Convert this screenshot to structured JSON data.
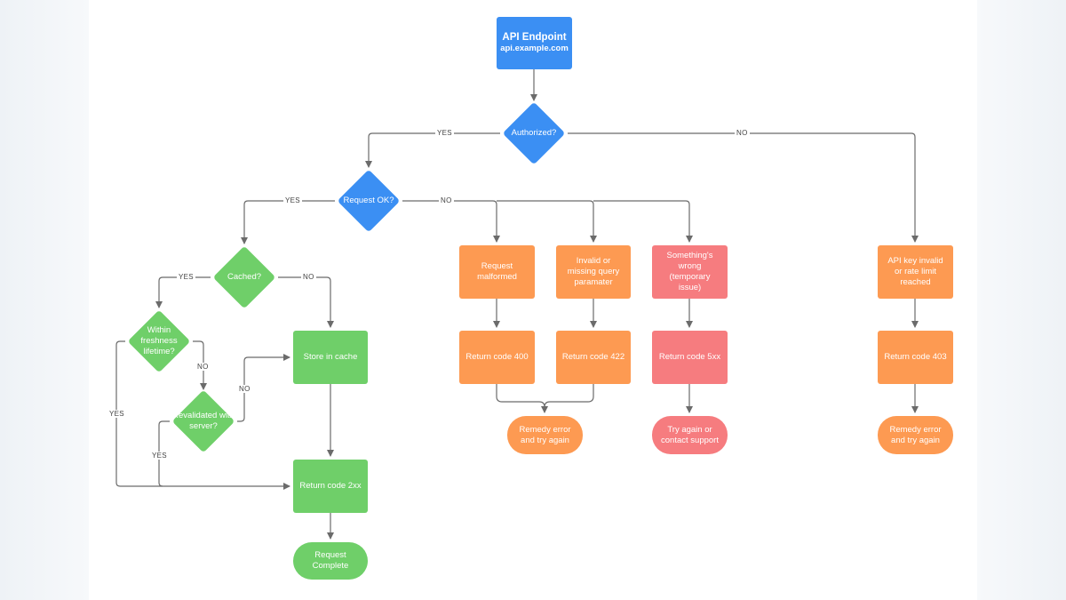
{
  "diagram": {
    "endpoint": {
      "title": "API Endpoint",
      "subtitle": "api.example.com"
    },
    "decisions": {
      "authorized": "Authorized?",
      "request_ok": "Request OK?",
      "cached": "Cached?",
      "freshness": "Within freshness lifetime?",
      "revalidated": "Revalidated with server?"
    },
    "nodes": {
      "request_malformed": "Request malformed",
      "invalid_query": "Invalid or missing query paramater",
      "something_wrong": "Something's wrong (temporary issue)",
      "api_key_invalid": "API key invalid or rate limit reached",
      "return_400": "Return code 400",
      "return_422": "Return code 422",
      "return_5xx": "Return code 5xx",
      "return_403": "Return code 403",
      "remedy_error_1": "Remedy error and try again",
      "try_again_support": "Try again or contact support",
      "remedy_error_2": "Remedy error and try again",
      "store_in_cache": "Store in cache",
      "return_2xx": "Return code 2xx",
      "request_complete": "Request Complete"
    },
    "edge_labels": {
      "auth_yes": "YES",
      "auth_no": "NO",
      "req_yes": "YES",
      "req_no": "NO",
      "cached_yes": "YES",
      "cached_no": "NO",
      "fresh_yes": "YES",
      "fresh_no": "NO",
      "reval_yes": "YES",
      "reval_no": "NO"
    },
    "colors": {
      "blue": "#3b8ff3",
      "green": "#6fcf69",
      "orange": "#fd9a52",
      "red": "#f67c7f",
      "connector": "#6b6b6b"
    }
  }
}
